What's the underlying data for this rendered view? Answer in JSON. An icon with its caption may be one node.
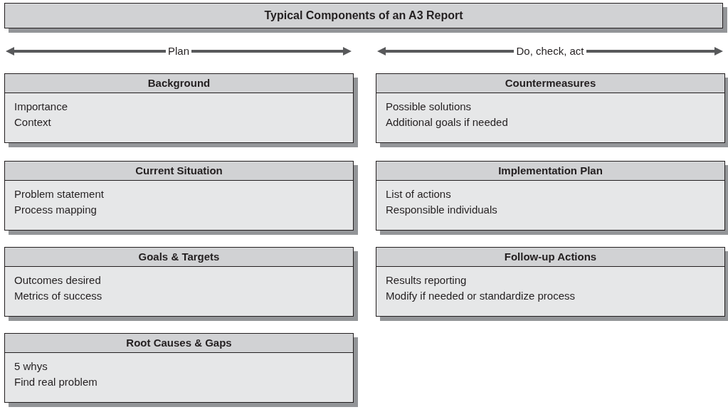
{
  "diagram": {
    "title": "Typical Components of an A3 Report",
    "nodes": [
      {
        "text": [
          "Background",
          "Importance",
          "Context"
        ]
      },
      {
        "text": [
          "Countermeasures",
          "Possible solutions",
          "Additional goals if needed"
        ]
      },
      {
        "text": [
          "Current Situation",
          "Problem statement",
          "Process mapping"
        ]
      },
      {
        "text": [
          "Implementation Plan",
          "List of actions",
          "Responsible individuals"
        ]
      },
      {
        "text": [
          "Goals & Targets",
          "Outcomes desired",
          "Metrics of success"
        ]
      },
      {
        "text": [
          "Follow-up Actions",
          "Results reporting",
          "Modify if needed or standardize process"
        ]
      },
      {
        "text": [
          "Root Causes & Gaps",
          "5 whys",
          "Find real problem"
        ]
      }
    ],
    "labels": [
      "Plan",
      "Do, check, act"
    ]
  }
}
